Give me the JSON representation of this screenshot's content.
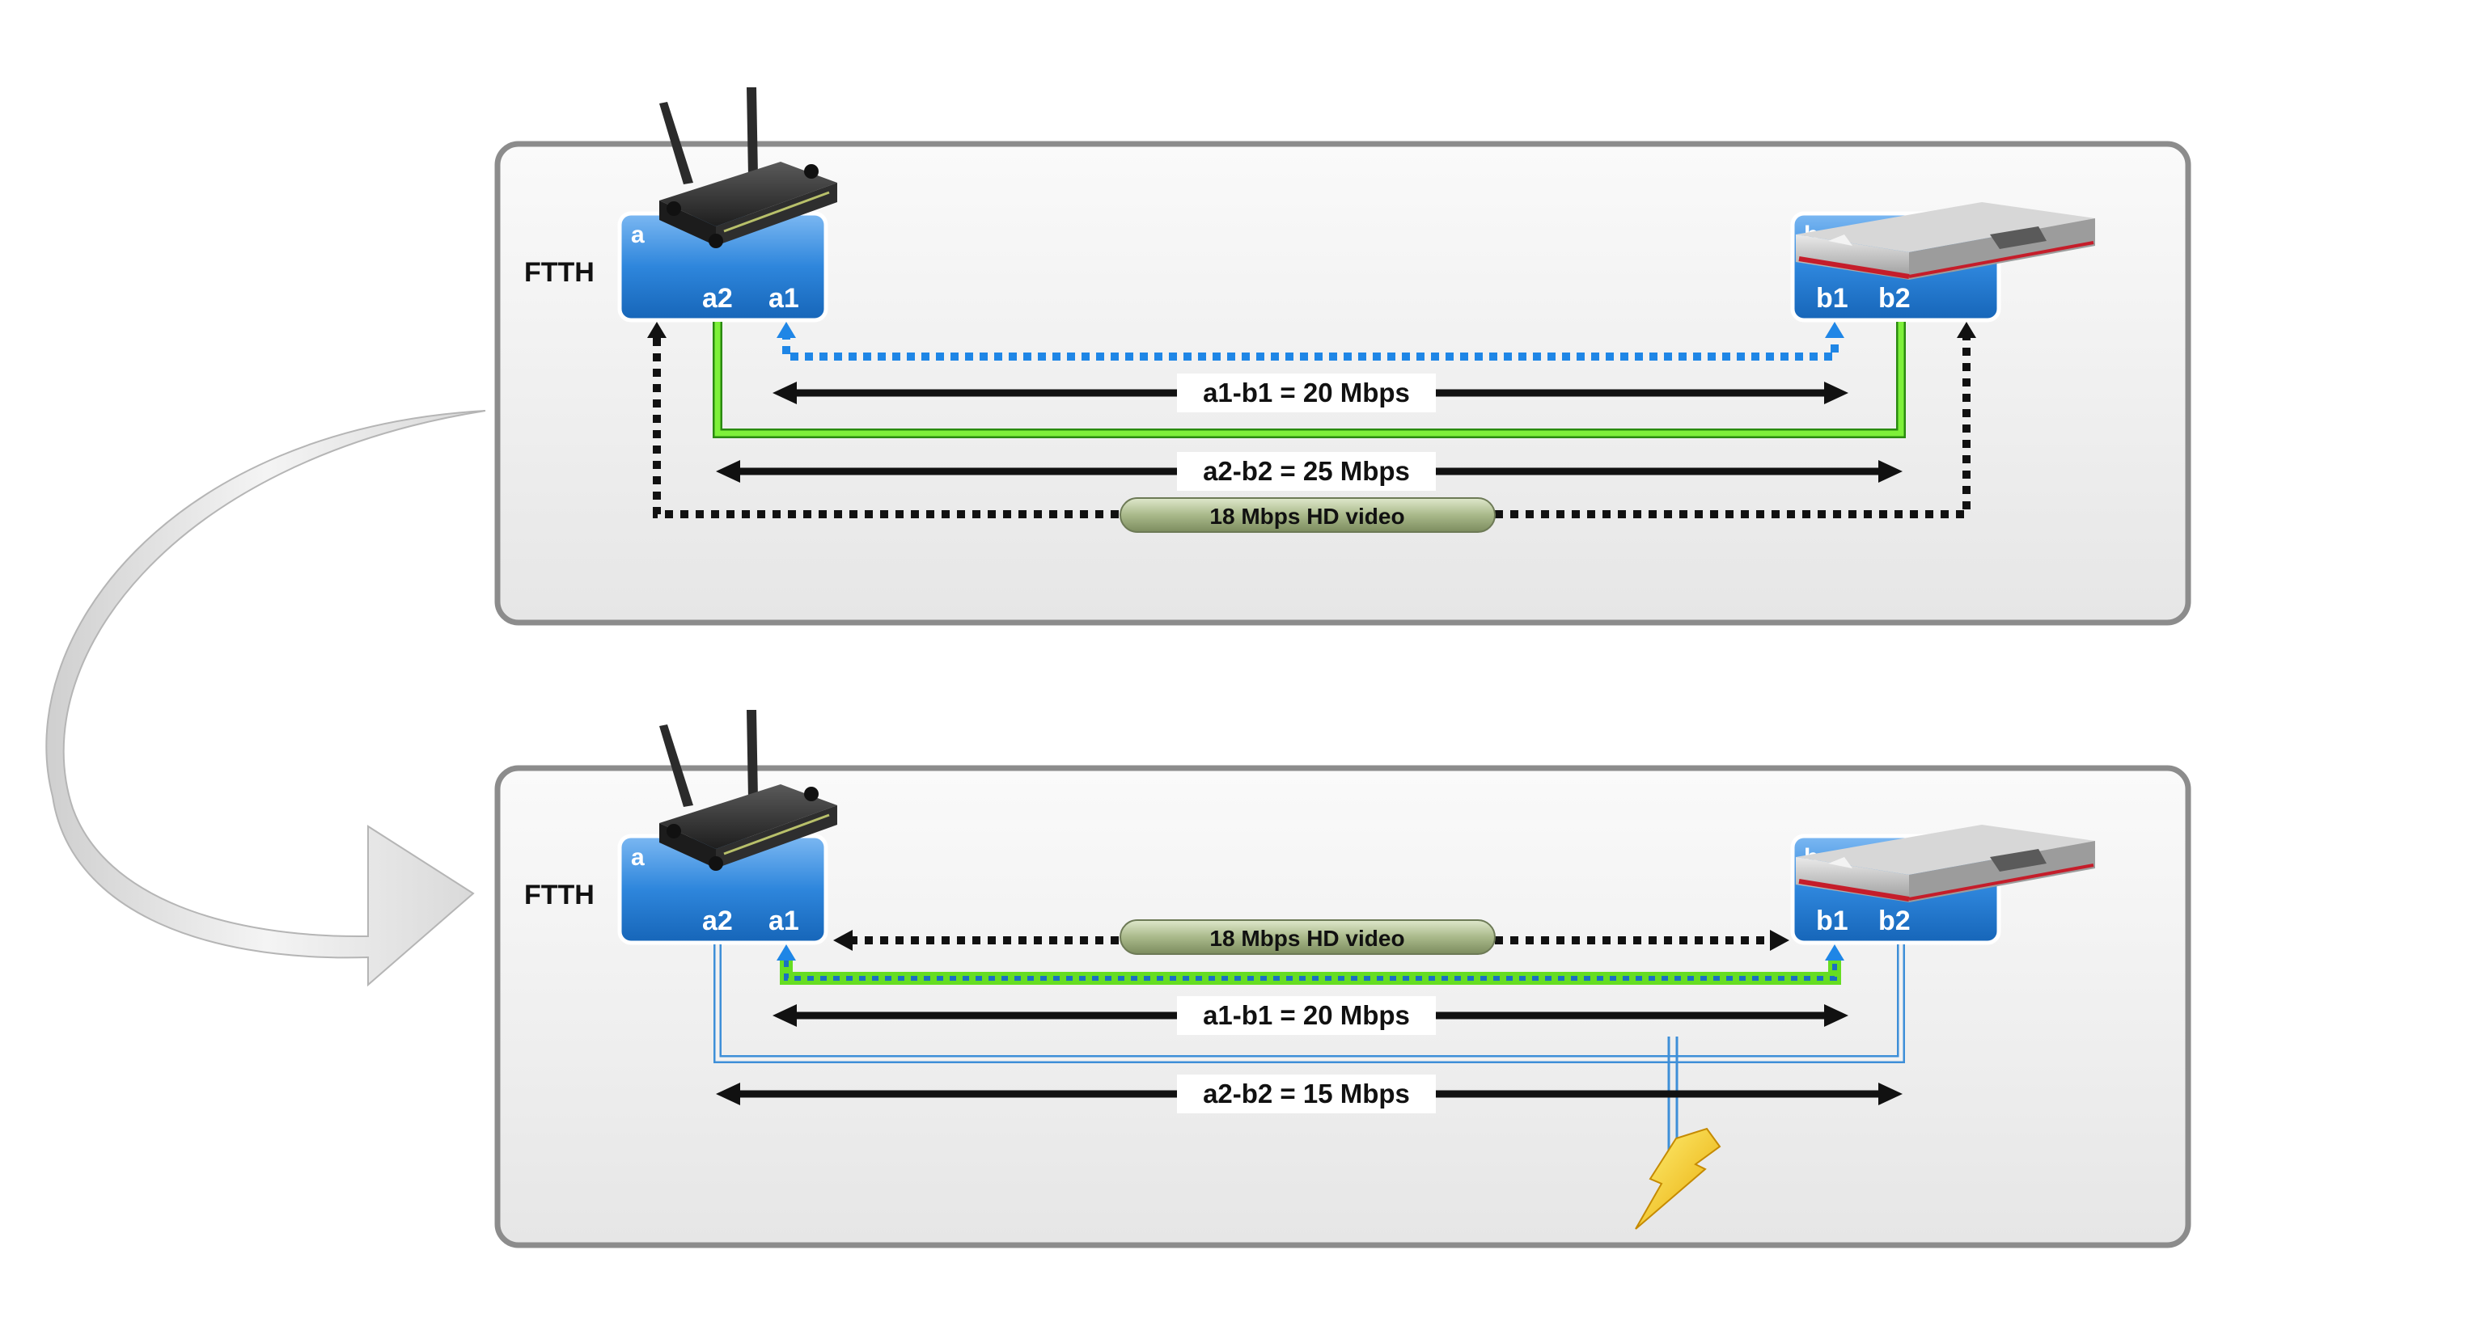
{
  "colors": {
    "panel_fill": "#f2f2f2",
    "panel_border": "#8c8c8c",
    "device_blue": "#2a7fd0",
    "wifi_blue": "#1f86e6",
    "green_link": "#66dd22",
    "black_link": "#111111",
    "pill_green": "#a9b98a",
    "bolt": "#f6c81e"
  },
  "icons": {
    "router": "wireless-router-icon",
    "settop": "set-top-box-icon",
    "lightning": "lightning-bolt-icon",
    "transition": "curved-arrow-icon"
  },
  "panels": [
    {
      "source_label": "FTTH",
      "device_a": {
        "name": "a",
        "port1": "a1",
        "port2": "a2"
      },
      "device_b": {
        "name": "b",
        "port1": "b1",
        "port2": "b2"
      },
      "link_a1_b1": "a1-b1 = 20 Mbps",
      "link_a2_b2": "a2-b2 = 25 Mbps",
      "video_flow": "18 Mbps HD video"
    },
    {
      "source_label": "FTTH",
      "device_a": {
        "name": "a",
        "port1": "a1",
        "port2": "a2"
      },
      "device_b": {
        "name": "b",
        "port1": "b1",
        "port2": "b2"
      },
      "link_a1_b1": "a1-b1 = 20 Mbps",
      "link_a2_b2": "a2-b2 = 15 Mbps",
      "video_flow": "18 Mbps HD video"
    }
  ]
}
